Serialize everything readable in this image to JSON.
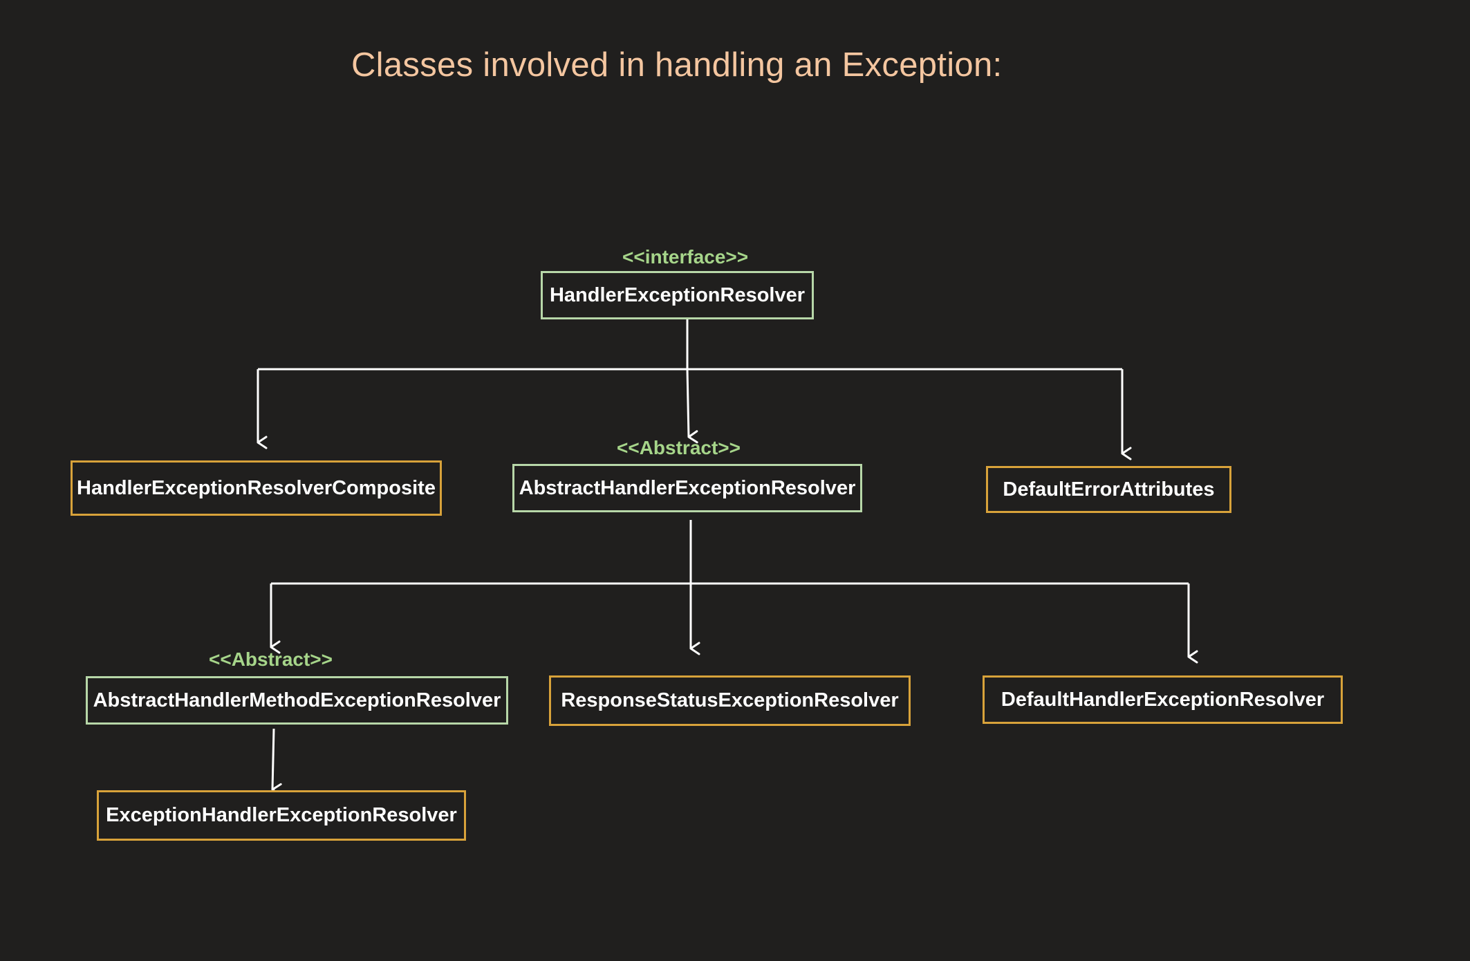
{
  "title": "Classes involved in handling an Exception:",
  "colors": {
    "background": "#201f1e",
    "title": "#f4c6a0",
    "stereotype": "#a6d58a",
    "interface_abstract_border": "#b7d7a8",
    "concrete_border": "#d8a23a",
    "connector": "#ffffff"
  },
  "nodes": {
    "handler_exception_resolver": {
      "stereotype": "<<interface>>",
      "label": "HandlerExceptionResolver"
    },
    "handler_exception_resolver_composite": {
      "label": "HandlerExceptionResolverComposite"
    },
    "abstract_handler_exception_resolver": {
      "stereotype": "<<Abstract>>",
      "label": "AbstractHandlerExceptionResolver"
    },
    "default_error_attributes": {
      "label": "DefaultErrorAttributes"
    },
    "abstract_handler_method_exception_resolver": {
      "stereotype": "<<Abstract>>",
      "label": "AbstractHandlerMethodExceptionResolver"
    },
    "response_status_exception_resolver": {
      "label": "ResponseStatusExceptionResolver"
    },
    "default_handler_exception_resolver": {
      "label": "DefaultHandlerExceptionResolver"
    },
    "exception_handler_exception_resolver": {
      "label": "ExceptionHandlerExceptionResolver"
    }
  }
}
